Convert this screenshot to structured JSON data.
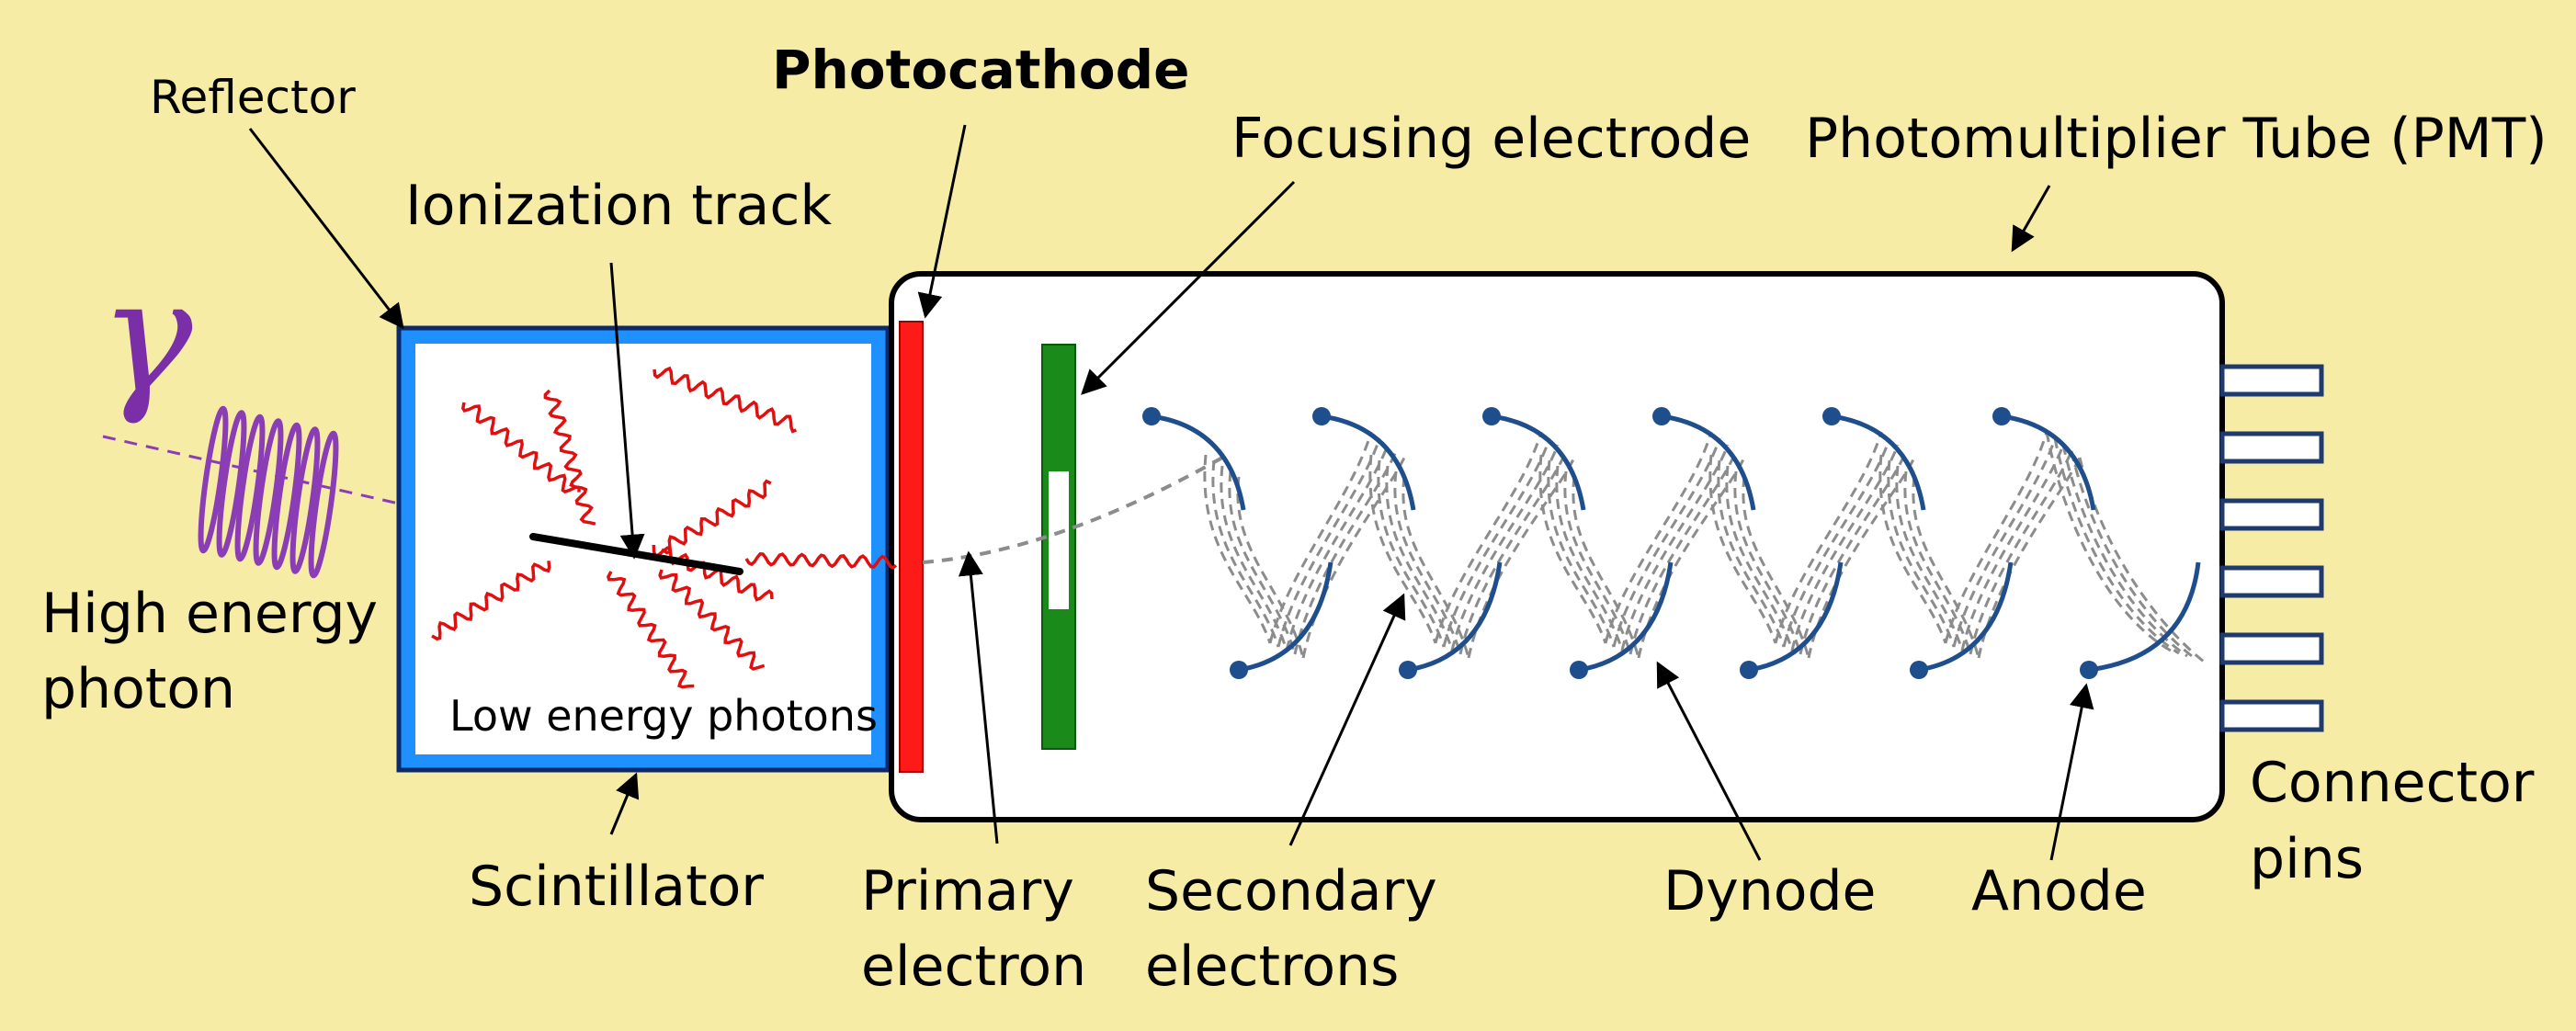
{
  "labels": {
    "gamma_symbol": "γ",
    "reflector": "Reflector",
    "photocathode": "Photocathode",
    "focusing_electrode": "Focusing electrode",
    "pmt": "Photomultiplier Tube (PMT)",
    "ionization_track": "Ionization track",
    "high_energy_photon_line1": "High energy",
    "high_energy_photon_line2": "photon",
    "low_energy_photons": "Low energy photons",
    "scintillator": "Scintillator",
    "primary_electron_line1": "Primary",
    "primary_electron_line2": "electron",
    "secondary_electrons_line1": "Secondary",
    "secondary_electrons_line2": "electrons",
    "dynode": "Dynode",
    "anode": "Anode",
    "connector_pins_line1": "Connector",
    "connector_pins_line2": "pins"
  },
  "colors": {
    "background": "#f7eca6",
    "scintillator_border": "#1e90ff",
    "photocathode": "#ff1a1a",
    "focusing_electrode": "#1a8a1a",
    "dynode": "#1f4e8c",
    "photon_wave": "#8a3db5",
    "light_wave": "#e01010",
    "electron_path": "#8c8c8c"
  }
}
